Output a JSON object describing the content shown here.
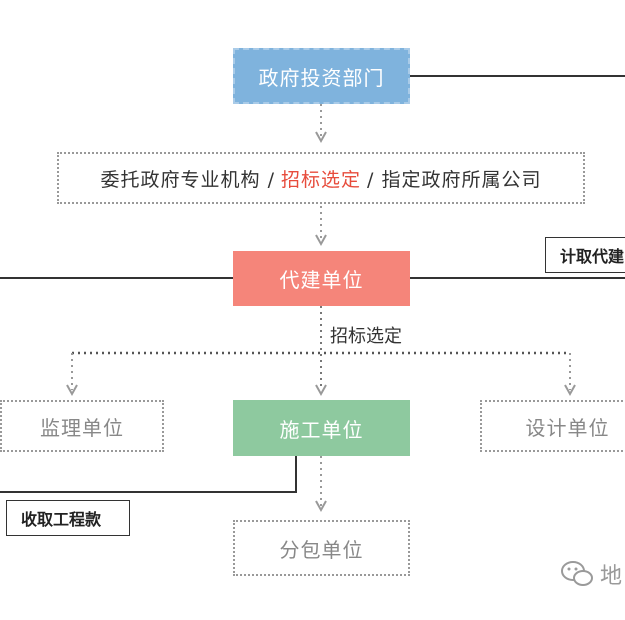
{
  "nodes": {
    "gov_dept": "政府投资部门",
    "entrust_pre": "委托政府专业机构 /",
    "entrust_highlight": "招标选定",
    "entrust_post": "/  指定政府所属公司",
    "agent": "代建单位",
    "supervision": "监理单位",
    "construction": "施工单位",
    "design": "设计单位",
    "subcontract": "分包单位"
  },
  "labels": {
    "bid_select": "招标选定",
    "collect_fee": "计取代建",
    "collect_payment": "收取工程款"
  },
  "watermark": {
    "text": "地"
  },
  "colors": {
    "gov_dept": "#7fb3dd",
    "agent": "#f5857a",
    "construction": "#8ec99f",
    "highlight": "#e74c3c"
  }
}
